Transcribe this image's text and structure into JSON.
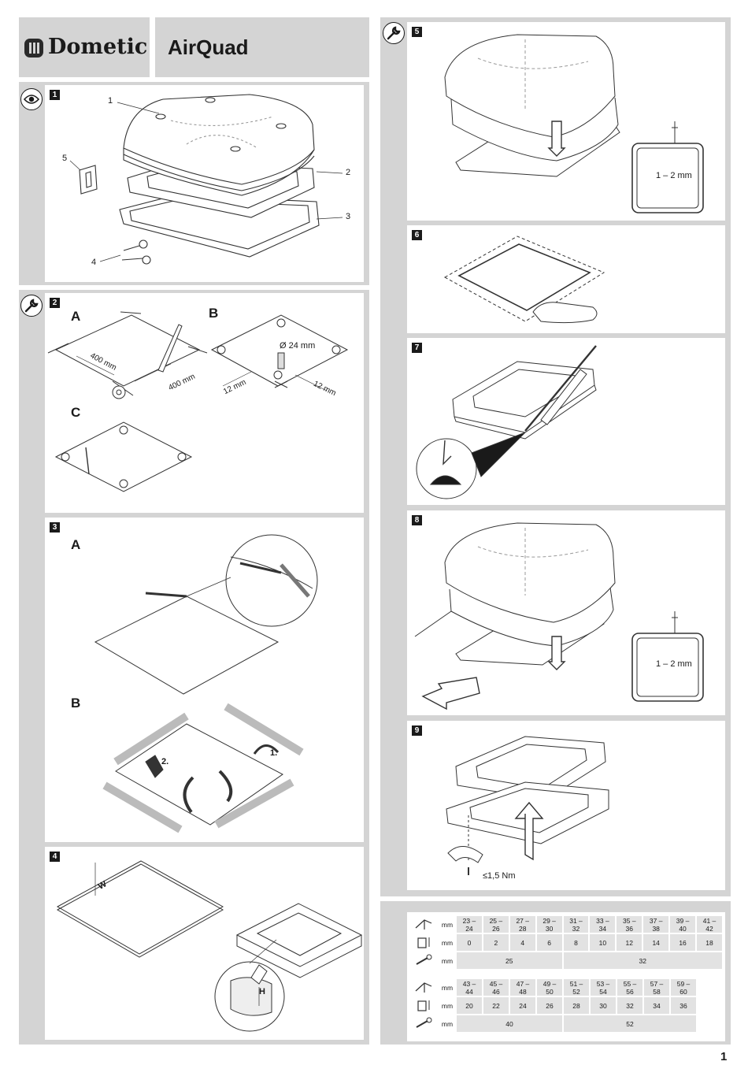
{
  "brand": {
    "name": "Dometic",
    "product": "AirQuad"
  },
  "steps": {
    "s1": {
      "num": "1",
      "labels": [
        "1",
        "2",
        "3",
        "4",
        "5"
      ]
    },
    "s2": {
      "num": "2",
      "A": "A",
      "B": "B",
      "C": "C",
      "dim1": "400 mm",
      "dim2": "400 mm",
      "hole": "Ø 24 mm",
      "off1": "12 mm",
      "off2": "12 mm"
    },
    "s3": {
      "num": "3",
      "A": "A",
      "B": "B",
      "n1": "1.",
      "n2": "2."
    },
    "s4": {
      "num": "4",
      "w": "W",
      "h": "H"
    },
    "s5": {
      "num": "5",
      "gap": "1 – 2 mm"
    },
    "s6": {
      "num": "6"
    },
    "s7": {
      "num": "7"
    },
    "s8": {
      "num": "8",
      "gap": "1 – 2 mm"
    },
    "s9": {
      "num": "9",
      "torque": "≤1,5 Nm"
    }
  },
  "icons": {
    "eye": "eye-icon",
    "wrench": "wrench-icon"
  },
  "spec_table": {
    "unit": "mm",
    "t1": {
      "w": [
        "23 – 24",
        "25 – 26",
        "27 – 28",
        "29 – 30",
        "31 – 32",
        "33 – 34",
        "35 – 36",
        "37 – 38",
        "39 – 40",
        "41 – 42"
      ],
      "h": [
        "0",
        "2",
        "4",
        "6",
        "8",
        "10",
        "12",
        "14",
        "16",
        "18"
      ],
      "screw": [
        "25",
        "32"
      ]
    },
    "t2": {
      "w": [
        "43 – 44",
        "45 – 46",
        "47 – 48",
        "49 – 50",
        "51 – 52",
        "53 – 54",
        "55 – 56",
        "57 – 58",
        "59 – 60"
      ],
      "h": [
        "20",
        "22",
        "24",
        "26",
        "28",
        "30",
        "32",
        "34",
        "36"
      ],
      "screw": [
        "40",
        "52"
      ]
    }
  },
  "page": {
    "number": "1"
  }
}
